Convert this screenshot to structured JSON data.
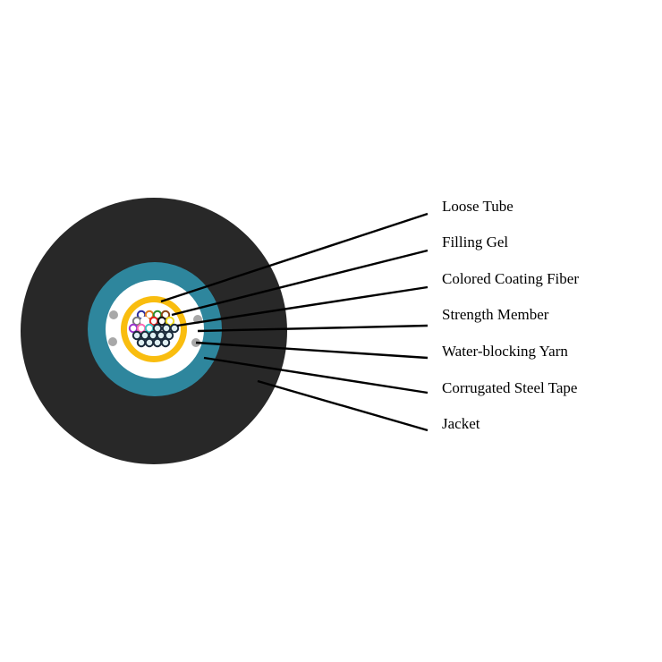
{
  "labels": {
    "loose_tube": "Loose Tube",
    "filling_gel": "Filling Gel",
    "colored_coating_fiber": "Colored Coating Fiber",
    "strength_member": "Strength Member",
    "water_blocking_yarn": "Water-blocking Yarn",
    "corrugated_steel_tape": "Corrugated Steel Tape",
    "jacket": "Jacket"
  },
  "colors": {
    "jacket": "#282828",
    "steel_tape": "#2e869d",
    "inner_fill": "#ffffff",
    "loose_tube": "#f9bd0f",
    "strength_member": "#a8a8a8",
    "leader_line": "#000000",
    "fiber_colors": [
      "#2a2a9c",
      "#e07a1a",
      "#2b8c2b",
      "#8b4513",
      "#7a7a7a",
      "#ffffff",
      "#e02020",
      "#111111",
      "#f0e020",
      "#9932cc",
      "#ff69b4",
      "#40c0c0"
    ]
  }
}
